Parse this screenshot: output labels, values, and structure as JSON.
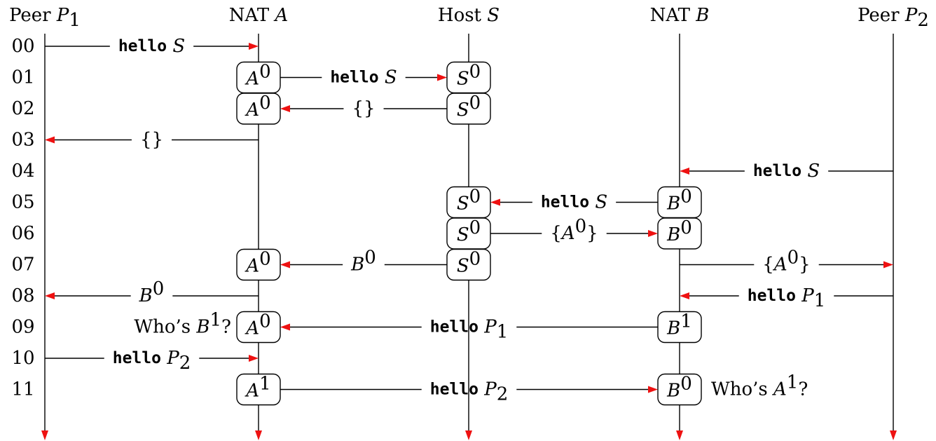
{
  "lanes": [
    {
      "id": "P1",
      "label_prefix": "Peer ",
      "label_var": "P",
      "label_sub": "1"
    },
    {
      "id": "A",
      "label_prefix": "NAT ",
      "label_var": "A",
      "label_sub": ""
    },
    {
      "id": "S",
      "label_prefix": "Host ",
      "label_var": "S",
      "label_sub": ""
    },
    {
      "id": "B",
      "label_prefix": "NAT ",
      "label_var": "B",
      "label_sub": ""
    },
    {
      "id": "P2",
      "label_prefix": "Peer ",
      "label_var": "P",
      "label_sub": "2"
    }
  ],
  "rows": [
    "00",
    "01",
    "02",
    "03",
    "04",
    "05",
    "06",
    "07",
    "08",
    "09",
    "10",
    "11"
  ],
  "messages": [
    {
      "row": 0,
      "from": "P1",
      "to": "A",
      "mono": "hello",
      "var": "S",
      "sub": "",
      "sup": ""
    },
    {
      "row": 1,
      "from": "A",
      "to": "S",
      "mono": "hello",
      "var": "S",
      "sub": "",
      "sup": ""
    },
    {
      "row": 2,
      "from": "S",
      "to": "A",
      "mono": "",
      "var": "",
      "text": "{}"
    },
    {
      "row": 3,
      "from": "A",
      "to": "P1",
      "mono": "",
      "var": "",
      "text": "{}"
    },
    {
      "row": 4,
      "from": "P2",
      "to": "B",
      "mono": "hello",
      "var": "S",
      "sub": "",
      "sup": ""
    },
    {
      "row": 5,
      "from": "B",
      "to": "S",
      "mono": "hello",
      "var": "S",
      "sub": "",
      "sup": ""
    },
    {
      "row": 6,
      "from": "S",
      "to": "B",
      "mono": "",
      "var": "A",
      "sup": "0",
      "braces": true
    },
    {
      "row": 7,
      "from": "S",
      "to": "A",
      "mono": "",
      "var": "B",
      "sup": "0"
    },
    {
      "row": 7,
      "from": "B",
      "to": "P2",
      "mono": "",
      "var": "A",
      "sup": "0",
      "braces": true
    },
    {
      "row": 8,
      "from": "A",
      "to": "P1",
      "mono": "",
      "var": "B",
      "sup": "0"
    },
    {
      "row": 8,
      "from": "P2",
      "to": "B",
      "mono": "hello",
      "var": "P",
      "sub": "1"
    },
    {
      "row": 9,
      "from": "B",
      "to": "A",
      "mono": "hello",
      "var": "P",
      "sub": "1"
    },
    {
      "row": 10,
      "from": "P1",
      "to": "A",
      "mono": "hello",
      "var": "P",
      "sub": "2"
    },
    {
      "row": 11,
      "from": "A",
      "to": "B",
      "mono": "hello",
      "var": "P",
      "sub": "2"
    }
  ],
  "boxes": [
    {
      "row": 1,
      "lane": "A",
      "var": "A",
      "sup": "0"
    },
    {
      "row": 1,
      "lane": "S",
      "var": "S",
      "sup": "0"
    },
    {
      "row": 2,
      "lane": "A",
      "var": "A",
      "sup": "0"
    },
    {
      "row": 2,
      "lane": "S",
      "var": "S",
      "sup": "0"
    },
    {
      "row": 5,
      "lane": "S",
      "var": "S",
      "sup": "0"
    },
    {
      "row": 5,
      "lane": "B",
      "var": "B",
      "sup": "0"
    },
    {
      "row": 6,
      "lane": "S",
      "var": "S",
      "sup": "0"
    },
    {
      "row": 6,
      "lane": "B",
      "var": "B",
      "sup": "0"
    },
    {
      "row": 7,
      "lane": "A",
      "var": "A",
      "sup": "0"
    },
    {
      "row": 7,
      "lane": "S",
      "var": "S",
      "sup": "0"
    },
    {
      "row": 9,
      "lane": "A",
      "var": "A",
      "sup": "0"
    },
    {
      "row": 9,
      "lane": "B",
      "var": "B",
      "sup": "1"
    },
    {
      "row": 11,
      "lane": "A",
      "var": "A",
      "sup": "1"
    },
    {
      "row": 11,
      "lane": "B",
      "var": "B",
      "sup": "0"
    }
  ],
  "annotations": [
    {
      "row": 9,
      "lane": "A",
      "side": "left",
      "prefix": "Who’s ",
      "var": "B",
      "sup": "1",
      "suffix": "?"
    },
    {
      "row": 11,
      "lane": "B",
      "side": "right",
      "prefix": "Who’s ",
      "var": "A",
      "sup": "1",
      "suffix": "?"
    }
  ],
  "colors": {
    "arrow": "#ee1111",
    "line": "#000000"
  }
}
